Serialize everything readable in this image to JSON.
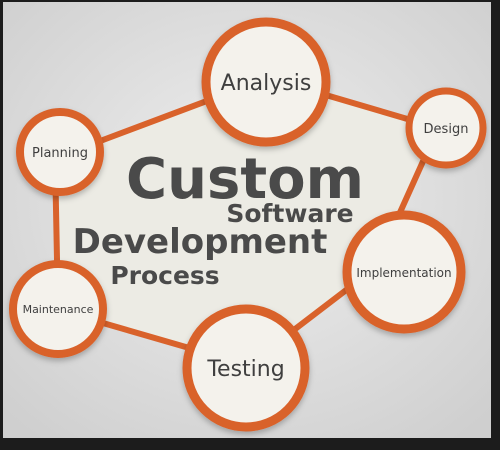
{
  "diagram": {
    "title": {
      "line1": "Custom",
      "line2": "Software",
      "line3": "Development",
      "line4": "Process"
    },
    "nodes": [
      {
        "id": "analysis",
        "label": "Analysis"
      },
      {
        "id": "design",
        "label": "Design"
      },
      {
        "id": "implementation",
        "label": "Implementation"
      },
      {
        "id": "testing",
        "label": "Testing"
      },
      {
        "id": "maintenance",
        "label": "Maintenance"
      },
      {
        "id": "planning",
        "label": "Planning"
      }
    ],
    "colors": {
      "accent": "#d9622b",
      "circle_fill": "#f4f2ec",
      "shape_fill": "#ecebe4",
      "background": "#d7d7d7",
      "text_dark": "#4a4a4a",
      "frame": "#1c1c1c"
    }
  }
}
